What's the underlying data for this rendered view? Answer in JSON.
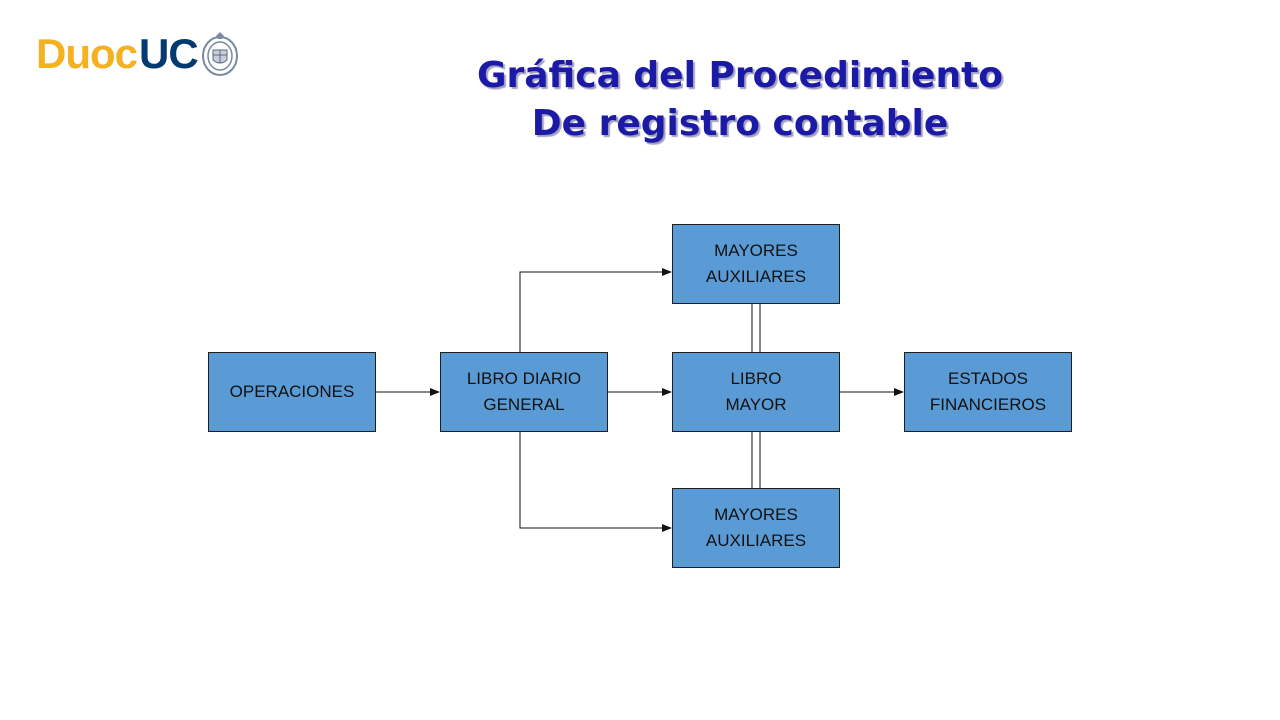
{
  "logo": {
    "text_duoc": "Duoc",
    "text_uc": "UC"
  },
  "title": {
    "line1": "Gráfica del Procedimiento",
    "line2": "De registro contable"
  },
  "colors": {
    "box_fill": "#5b9bd5",
    "title": "#1a1aa6",
    "logo_yellow": "#f4b223",
    "logo_blue": "#003a70"
  },
  "diagram": {
    "nodes": {
      "operaciones": "OPERACIONES",
      "libro_diario": "LIBRO DIARIO\nGENERAL",
      "libro_mayor": "LIBRO\nMAYOR",
      "estados": "ESTADOS\nFINANCIEROS",
      "mayores_top": "MAYORES\nAUXILIARES",
      "mayores_bottom": "MAYORES\nAUXILIARES"
    },
    "edges": [
      {
        "from": "OPERACIONES",
        "to": "LIBRO DIARIO GENERAL",
        "type": "arrow"
      },
      {
        "from": "LIBRO DIARIO GENERAL",
        "to": "LIBRO MAYOR",
        "type": "arrow"
      },
      {
        "from": "LIBRO MAYOR",
        "to": "ESTADOS FINANCIEROS",
        "type": "arrow"
      },
      {
        "from": "LIBRO DIARIO GENERAL",
        "to": "MAYORES AUXILIARES (top)",
        "type": "elbow-arrow"
      },
      {
        "from": "LIBRO DIARIO GENERAL",
        "to": "MAYORES AUXILIARES (bottom)",
        "type": "elbow-arrow"
      },
      {
        "from": "LIBRO MAYOR",
        "to": "MAYORES AUXILIARES (top)",
        "type": "double-line"
      },
      {
        "from": "LIBRO MAYOR",
        "to": "MAYORES AUXILIARES (bottom)",
        "type": "double-line"
      }
    ]
  }
}
